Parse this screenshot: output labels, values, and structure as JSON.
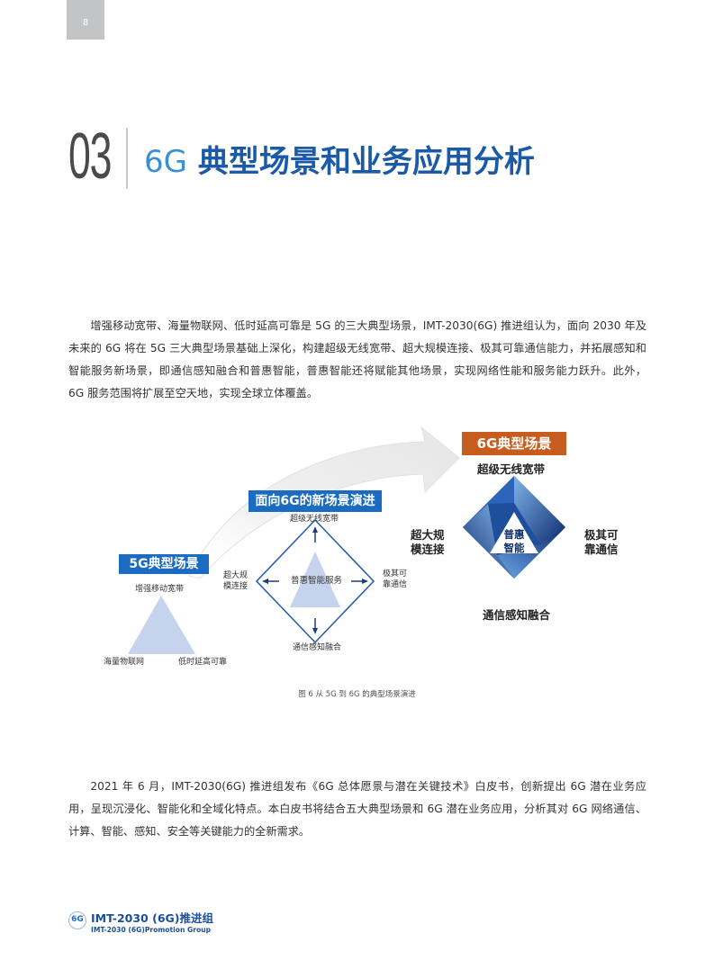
{
  "page": {
    "number": "8"
  },
  "chapter": {
    "number": "03",
    "title_lead": "6G",
    "title_rest": " 典型场景和业务应用分析"
  },
  "paragraphs": [
    "增强移动宽带、海量物联网、低时延高可靠是 5G 的三大典型场景，IMT-2030(6G) 推进组认为，面向 2030 年及未来的 6G 将在 5G 三大典型场景基础上深化，构建超级无线宽带、超大规模连接、极其可靠通信能力，并拓展感知和智能服务新场景，即通信感知融合和普惠智能，普惠智能还将赋能其他场景，实现网络性能和服务能力跃升。此外， 6G 服务范围将扩展至空天地，实现全球立体覆盖。",
    "2021 年 6 月，IMT-2030(6G) 推进组发布《6G 总体愿景与潜在关键技术》白皮书，创新提出 6G 潜在业务应用，呈现沉浸化、智能化和全域化特点。本白皮书将结合五大典型场景和 6G 潜在业务应用，分析其对 6G 网络通信、计算、智能、感知、安全等关键能力的全新需求。"
  ],
  "figure": {
    "caption": "图 6  从 5G 到 6G 的典型场景演进",
    "colors": {
      "blue_badge": "#1b6cc0",
      "orange_badge": "#c65d1e",
      "triangle_5g": "#c5d3ec",
      "diamond_line": "#2a5fae"
    },
    "stage_5g": {
      "badge": "5G典型场景",
      "top": "增强移动宽带",
      "bottom_left": "海量物联网",
      "bottom_right": "低时延高可靠"
    },
    "stage_transition": {
      "badge": "面向6G的新场景演进",
      "top": "超级无线宽带",
      "left": "超大规\n模连接",
      "left_line1": "超大规",
      "left_line2": "模连接",
      "right_line1": "极其可",
      "right_line2": "靠通信",
      "bottom": "通信感知融合",
      "center": "普惠智能服务"
    },
    "stage_6g": {
      "badge": "6G典型场景",
      "top": "超级无线宽带",
      "left_line1": "超大规",
      "left_line2": "模连接",
      "right_line1": "极其可",
      "right_line2": "靠通信",
      "bottom": "通信感知融合",
      "center_line1": "普惠",
      "center_line2": "智能"
    }
  },
  "footer": {
    "logo_text": "6G",
    "org_cn": "IMT-2030 (6G)推进组",
    "org_en": "IMT-2030 (6G)Promotion Group"
  }
}
